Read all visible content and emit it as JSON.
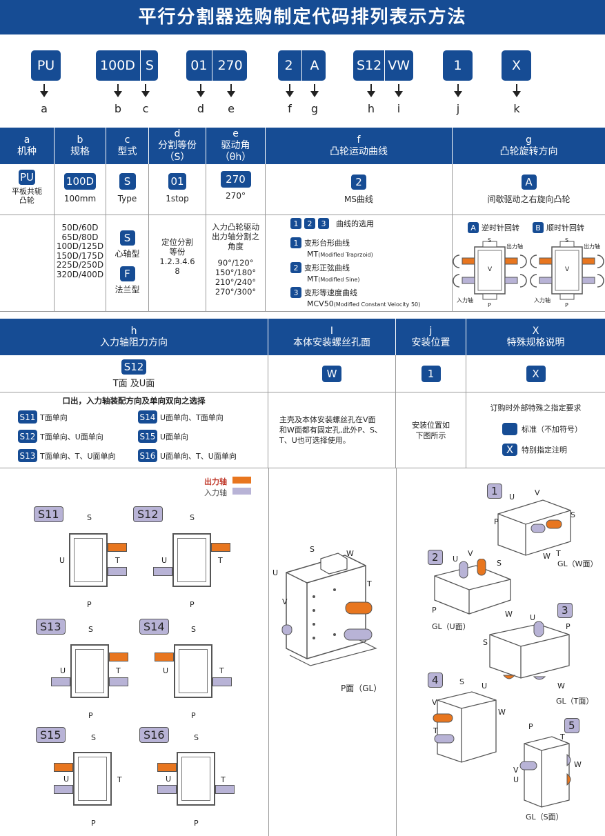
{
  "title": "平行分割器选购制定代码排列表示方法",
  "codes": {
    "pu": "PU",
    "b": "100D",
    "c": "S",
    "d": "01",
    "e": "270",
    "f": "2",
    "g": "A",
    "h": "S12",
    "i": "VW",
    "j": "1",
    "k": "X"
  },
  "letters": [
    "a",
    "b",
    "c",
    "d",
    "e",
    "f",
    "g",
    "h",
    "i",
    "j",
    "k"
  ],
  "t1": {
    "h_a": [
      "a",
      "机种"
    ],
    "h_b": [
      "b",
      "规格"
    ],
    "h_c": [
      "c",
      "型式"
    ],
    "h_d": [
      "d",
      "分割等份",
      "（S）"
    ],
    "h_e": [
      "e",
      "驱动角",
      "（θh）"
    ],
    "h_f": [
      "f",
      "凸轮运动曲线"
    ],
    "h_g": [
      "g",
      "凸轮旋转方向"
    ],
    "a_val": "PU",
    "a_desc1": "平板共轭",
    "a_desc2": "凸轮",
    "b_val": "100D",
    "b_desc": "100mm",
    "c_val": "S",
    "c_desc": "Type",
    "d_val": "01",
    "d_desc": "1stop",
    "e_val": "270",
    "e_desc": "270°",
    "f_val": "2",
    "f_desc": "MS曲线",
    "g_val": "A",
    "g_desc": "间歇驱动之右旋向凸轮",
    "b_list": [
      "50D/60D",
      "65D/80D",
      "100D/125D",
      "150D/175D",
      "225D/250D",
      "320D/400D"
    ],
    "c_s": "S",
    "c_s_desc": "心轴型",
    "c_f": "F",
    "c_f_desc": "法兰型",
    "d_text": [
      "定位分割",
      "等份",
      "1.2.3.4.6",
      "8"
    ],
    "e_text": [
      "入力凸轮驱动",
      "出力轴分割之",
      "角度"
    ],
    "e_angles": [
      "90°/120°",
      "150°/180°",
      "210°/240°",
      "270°/300°"
    ],
    "f_sel": [
      "1",
      "2",
      "3"
    ],
    "f_sel_label": "曲线的选用",
    "f_items": [
      {
        "n": "1",
        "name": "变形台形曲线",
        "code": "MT",
        "en": "(Modifled Traprzoid)"
      },
      {
        "n": "2",
        "name": "变形正弦曲线",
        "code": "MT",
        "en": "(Modifled Sine)"
      },
      {
        "n": "3",
        "name": "变形等速度曲线",
        "code": "MCV50",
        "en": "(Modifled Constant Veiocity 50)"
      }
    ],
    "g_a": "A",
    "g_a_desc": "逆时针回转",
    "g_b": "B",
    "g_b_desc": "顺时针回转",
    "g_lbl": {
      "s": "S",
      "out": "出力轴",
      "in": "入力轴",
      "p": "P",
      "v": "V"
    }
  },
  "t2": {
    "h_h": [
      "h",
      "入力轴阻力方向"
    ],
    "h_i": [
      "I",
      "本体安装螺丝孔面"
    ],
    "h_j": [
      "j",
      "安装位置"
    ],
    "h_x": [
      "X",
      "特殊规格说明"
    ],
    "h_val": "S12",
    "h_desc": "T面 及U面",
    "i_val": "W",
    "j_val": "1",
    "x_val": "X",
    "h_title": "口出，入力轴装配方向及单向双向之选择",
    "h_items": [
      {
        "c": "S11",
        "t": "T面单向"
      },
      {
        "c": "S14",
        "t": "U面单向、T面单向"
      },
      {
        "c": "S12",
        "t": "T面单向、U面单向"
      },
      {
        "c": "S15",
        "t": "U面单向"
      },
      {
        "c": "S13",
        "t": "T面单向、T、U面单向"
      },
      {
        "c": "S16",
        "t": "U面单向、T、U面单向"
      }
    ],
    "i_text": [
      "主壳及本体安装螺丝孔在V面",
      "和W面都有固定孔,此外P、S、",
      "T、U也可选择使用。"
    ],
    "j_text": [
      "安装位置如",
      "下图所示"
    ],
    "x_text": "订购时外部特殊之指定要求",
    "x_std": "标准（不加符号）",
    "x_sp_code": "X",
    "x_sp": "特别指定注明"
  },
  "diag": {
    "legend_out": "出力轴",
    "legend_in": "入力轴",
    "labels": [
      "S11",
      "S12",
      "S13",
      "S14",
      "S15",
      "S16"
    ],
    "s": "S",
    "p": "P",
    "u": "U",
    "t": "T",
    "v": "V",
    "w": "W",
    "mid_caption": "P面（GL）",
    "pos": [
      {
        "n": "1",
        "cap": "GL（W面）"
      },
      {
        "n": "2",
        "cap": "GL（U面）"
      },
      {
        "n": "3",
        "cap": "GL（T面）"
      },
      {
        "n": "4",
        "cap": ""
      },
      {
        "n": "5",
        "cap": "GL（S面）"
      }
    ]
  },
  "colors": {
    "blue": "#164c94",
    "orange": "#e8761f",
    "lavender": "#b8b3d6"
  }
}
